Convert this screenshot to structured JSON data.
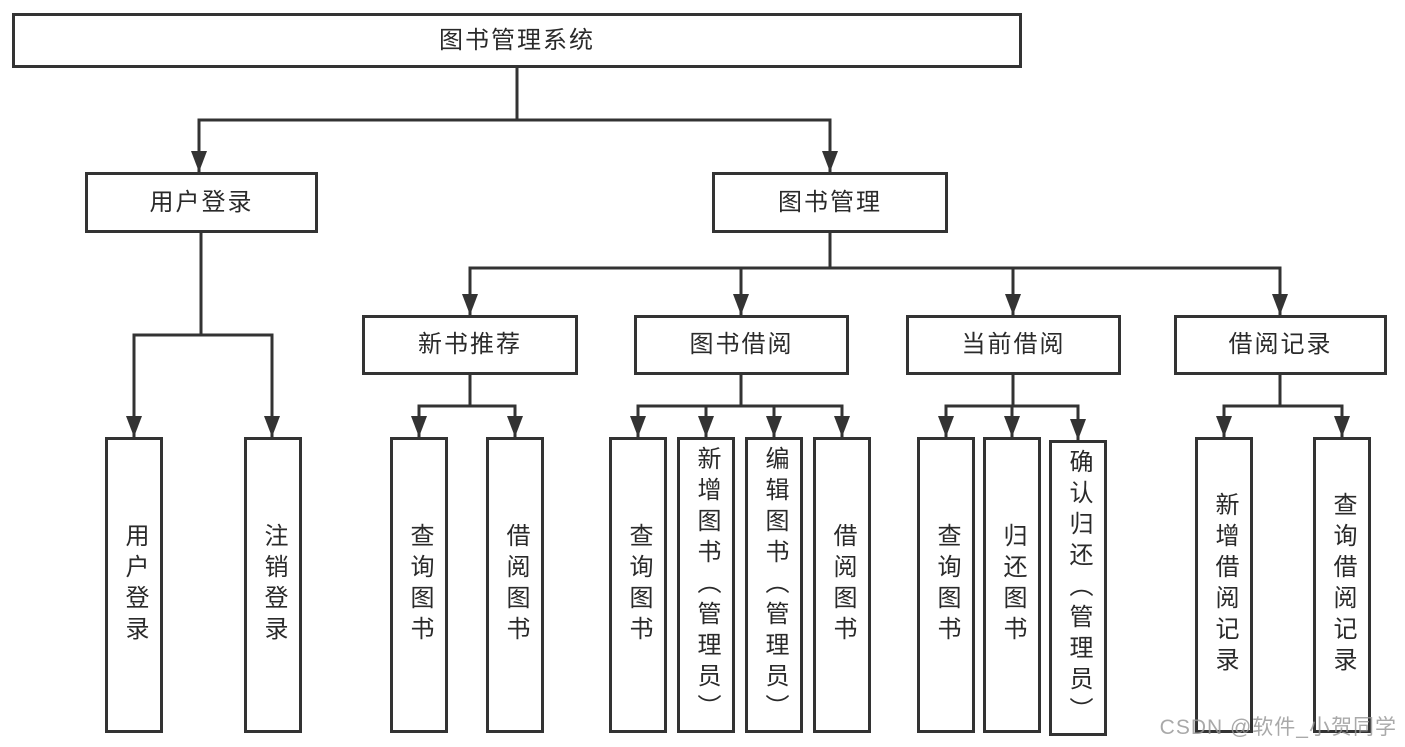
{
  "diagram": {
    "type": "tree",
    "tree": {
      "root": {
        "id": "root",
        "label": "图书管理系统",
        "children": [
          {
            "id": "user-login",
            "label": "用户登录",
            "children": [
              {
                "id": "leaf-user-login",
                "label": "用户登录"
              },
              {
                "id": "leaf-logout",
                "label": "注销登录"
              }
            ]
          },
          {
            "id": "book-management",
            "label": "图书管理",
            "children": [
              {
                "id": "new-book-recommend",
                "label": "新书推荐",
                "children": [
                  {
                    "id": "rec-query-books",
                    "label": "查询图书"
                  },
                  {
                    "id": "rec-borrow-books",
                    "label": "借阅图书"
                  }
                ]
              },
              {
                "id": "book-borrowing",
                "label": "图书借阅",
                "children": [
                  {
                    "id": "bb-query-books",
                    "label": "查询图书"
                  },
                  {
                    "id": "bb-add-books",
                    "label": "新增图书（管理员）"
                  },
                  {
                    "id": "bb-edit-books",
                    "label": "编辑图书（管理员）"
                  },
                  {
                    "id": "bb-borrow-books",
                    "label": "借阅图书"
                  }
                ]
              },
              {
                "id": "current-borrowing",
                "label": "当前借阅",
                "children": [
                  {
                    "id": "cb-query-books",
                    "label": "查询图书"
                  },
                  {
                    "id": "cb-return-books",
                    "label": "归还图书"
                  },
                  {
                    "id": "cb-confirm-return",
                    "label": "确认归还（管理员）"
                  }
                ]
              },
              {
                "id": "borrowing-records",
                "label": "借阅记录",
                "children": [
                  {
                    "id": "br-add-record",
                    "label": "新增借阅记录"
                  },
                  {
                    "id": "br-query-record",
                    "label": "查询借阅记录"
                  }
                ]
              }
            ]
          }
        ]
      }
    },
    "colors": {
      "line": "#333333",
      "box_border": "#333333",
      "box_fill": "#ffffff",
      "text": "#2a2a2a",
      "watermark": "#9b9b9b",
      "background": "#ffffff"
    }
  },
  "watermark": {
    "text": "CSDN @软件_小贺同学"
  }
}
